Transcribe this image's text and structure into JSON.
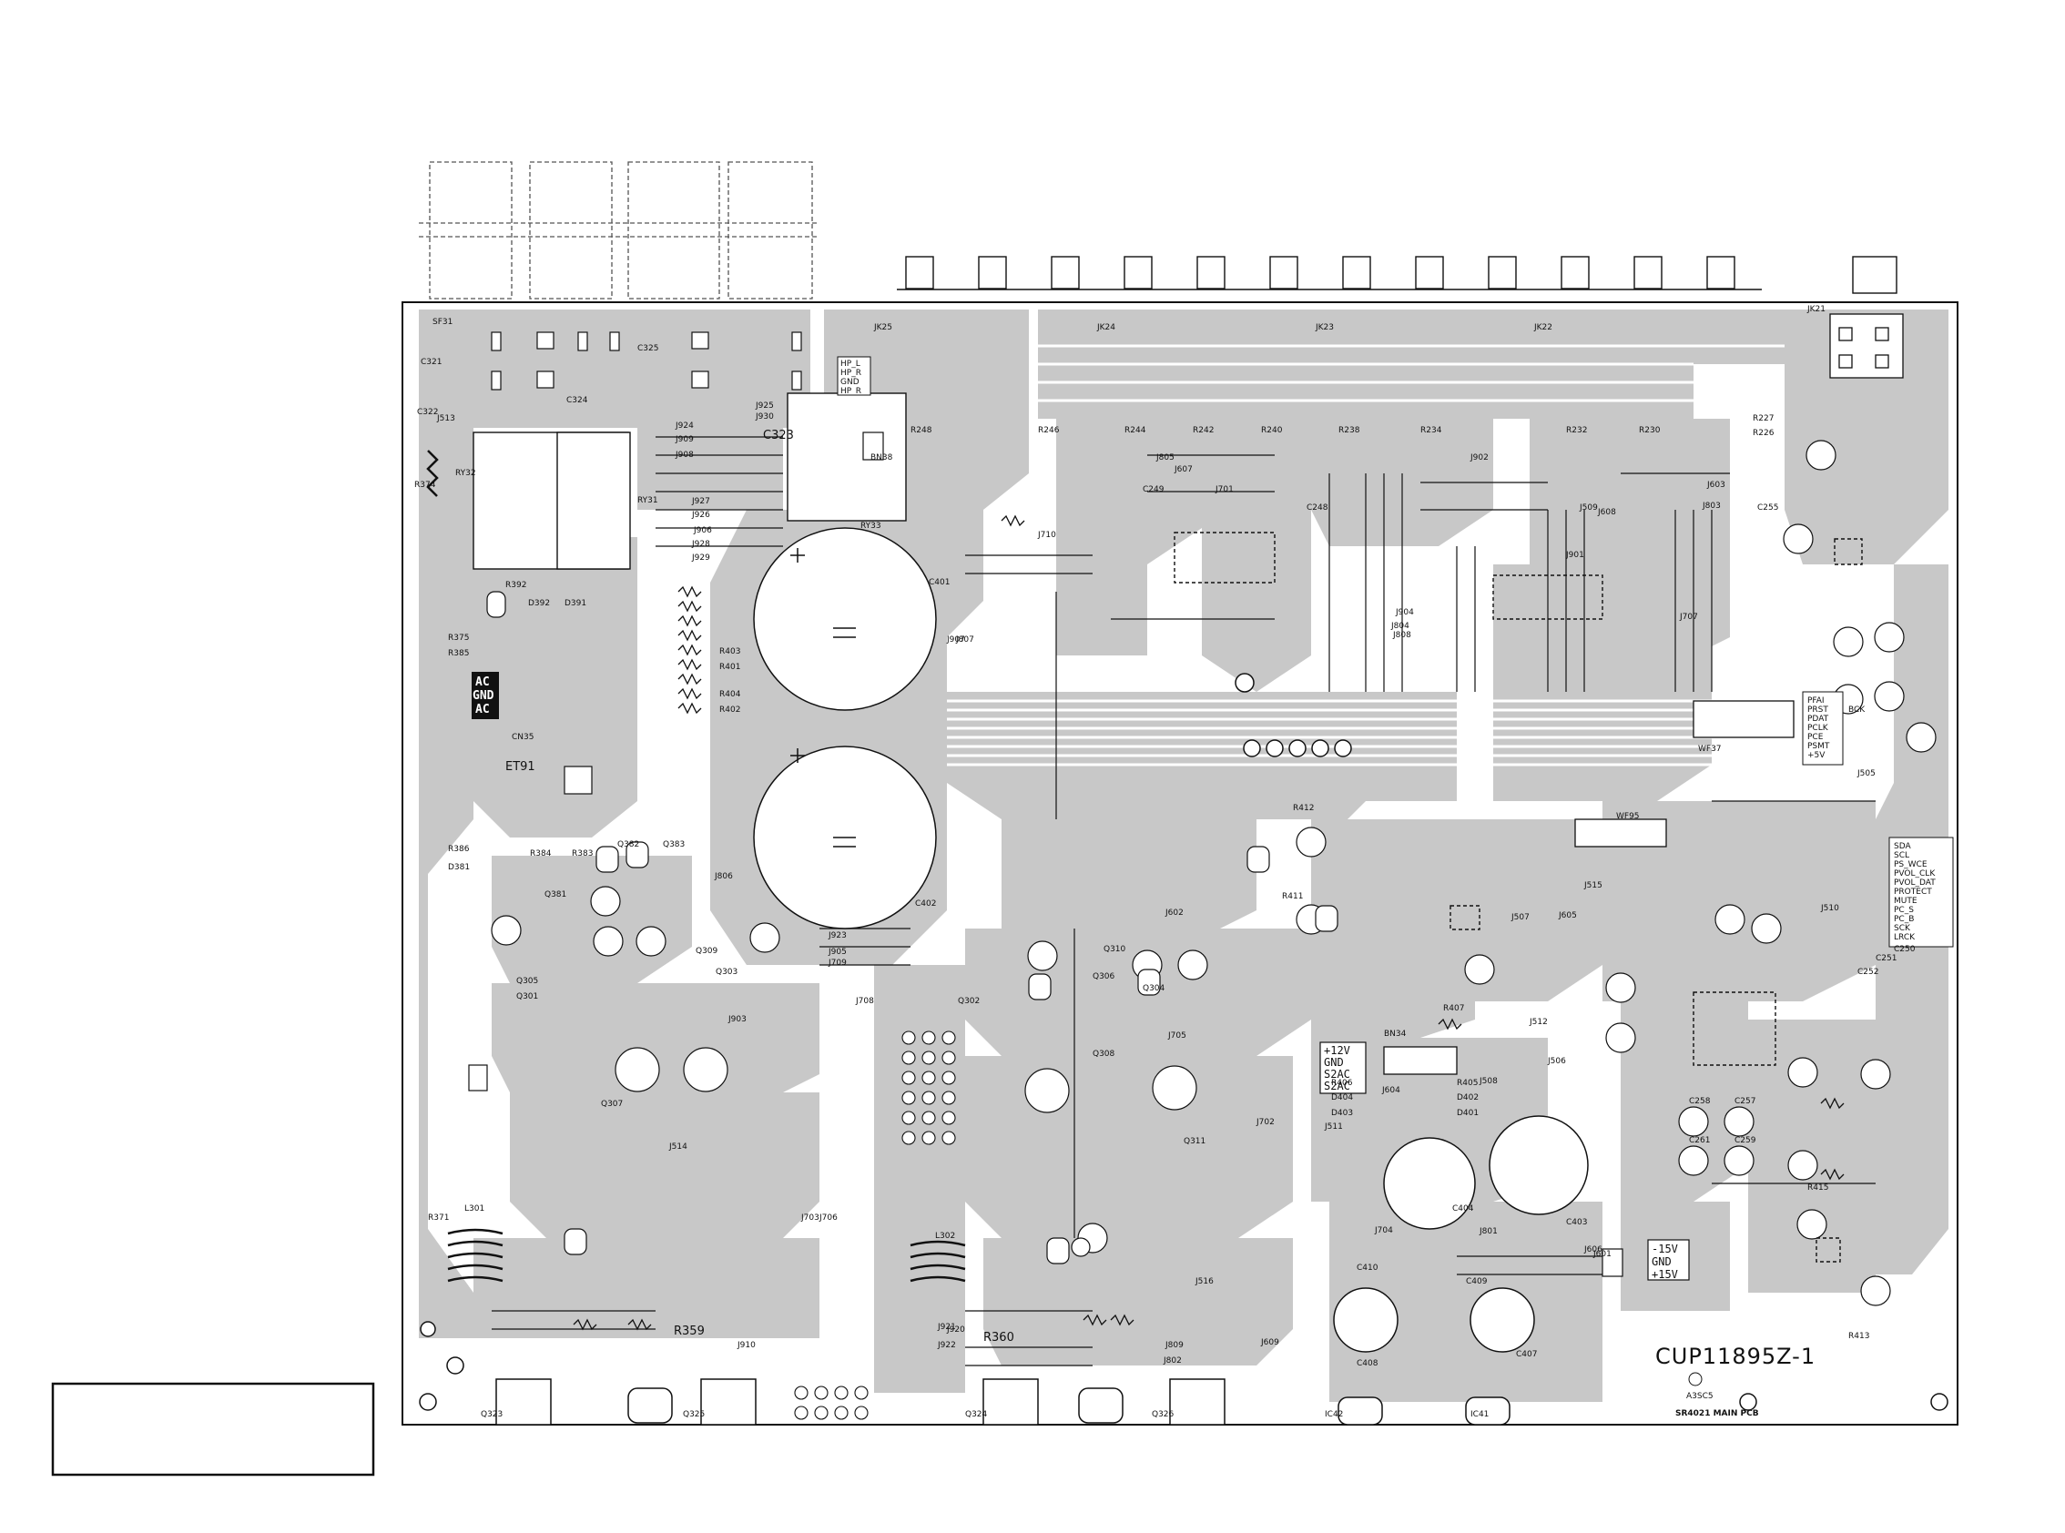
{
  "board": {
    "part_number": "CUP11895Z-1",
    "board_name": "SR4021 MAIN PCB",
    "code": "A3SC5"
  },
  "blocks": {
    "ac_input": [
      "AC",
      "GND",
      "AC"
    ],
    "power_out": [
      "-15V",
      "GND",
      "+15V"
    ],
    "dc_in": [
      "+12V",
      "GND",
      "S2AC",
      "S2AC"
    ],
    "headphone": [
      "HP_L",
      "HP_R",
      "GND",
      "HP_R"
    ]
  },
  "connectors": {
    "top_jacks": [
      "JK25",
      "JK24",
      "JK23",
      "JK22",
      "JK21"
    ],
    "misc": [
      "SF31",
      "ET91",
      "CN35",
      "BN34",
      "BN38",
      "RY31",
      "RY32",
      "RY33",
      "WF37",
      "WF95"
    ]
  },
  "components": [
    "C401",
    "C402",
    "C403",
    "C404",
    "C407",
    "C408",
    "C409",
    "C410",
    "C323",
    "C324",
    "C325",
    "C321",
    "C322",
    "R374",
    "R375",
    "R385",
    "R386",
    "R384",
    "R383",
    "R392",
    "Q381",
    "Q382",
    "Q383",
    "Q301",
    "Q302",
    "Q303",
    "Q304",
    "Q305",
    "Q306",
    "Q307",
    "Q308",
    "Q309",
    "Q310",
    "Q311",
    "R401",
    "R402",
    "R403",
    "R404",
    "R405",
    "R406",
    "R407",
    "R411",
    "R412",
    "R413",
    "R415",
    "D401",
    "D402",
    "D403",
    "D404",
    "D391",
    "D392",
    "D381",
    "IC41",
    "IC42",
    "Q323",
    "Q324",
    "Q325",
    "Q326",
    "R359",
    "R360",
    "R371",
    "L301",
    "L302",
    "C248",
    "C249",
    "C250",
    "C251",
    "C252",
    "C255",
    "C257",
    "C258",
    "C259",
    "C261",
    "R226",
    "R227",
    "R230",
    "R232",
    "R234",
    "R238",
    "R240",
    "R242",
    "R244",
    "R246",
    "R248",
    "J505",
    "J506",
    "J507",
    "J508",
    "J509",
    "J510",
    "J511",
    "J512",
    "J513",
    "J514",
    "J515",
    "J516",
    "J601",
    "J602",
    "J603",
    "J604",
    "J605",
    "J606",
    "J607",
    "J608",
    "J609",
    "J701",
    "J702",
    "J703",
    "J704",
    "J705",
    "J706",
    "J707",
    "J708",
    "J709",
    "J710",
    "J801",
    "J802",
    "J803",
    "J804",
    "J805",
    "J806",
    "J807",
    "J808",
    "J809",
    "J901",
    "J902",
    "J903",
    "J904",
    "J905",
    "J906",
    "J907",
    "J908",
    "J909",
    "J910",
    "J920",
    "J921",
    "J922",
    "J923",
    "J924",
    "J925",
    "J926",
    "J927",
    "J928",
    "J929",
    "J930"
  ],
  "bus_labels": [
    "PFAI",
    "PRST",
    "PDAT",
    "PCLK",
    "PCE",
    "PSMT",
    "+5V",
    "SDA",
    "SCL",
    "PS_WCE",
    "PVOL_CLK",
    "PVOL_DAT",
    "PROTECT",
    "MUTE",
    "PC_S",
    "PC_B",
    "SCK",
    "LRCK",
    "BCK"
  ],
  "colors": {
    "copper": "#c8c8c8",
    "outline": "#111111",
    "paper": "#ffffff"
  }
}
